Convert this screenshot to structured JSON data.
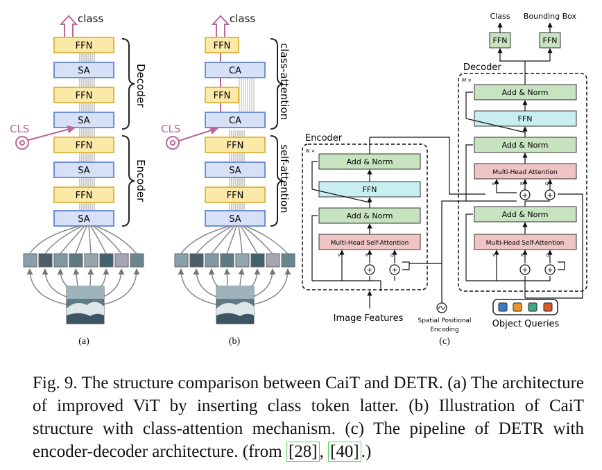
{
  "panel_a": {
    "top_label": "class",
    "blocks": [
      "FFN",
      "SA",
      "FFN",
      "SA",
      "FFN",
      "SA",
      "FFN",
      "SA"
    ],
    "cls_label": "CLS",
    "decoder_label": "Decoder",
    "encoder_label": "Encoder",
    "sublabel": "(a)"
  },
  "panel_b": {
    "top_label": "class",
    "blocks": [
      "FFN",
      "CA",
      "FFN",
      "CA",
      "FFN",
      "SA",
      "FFN",
      "SA"
    ],
    "cls_label": "CLS",
    "class_attention_label": "class-attention",
    "self_attention_label": "self-attention",
    "sublabel": "(b)"
  },
  "panel_c": {
    "encoder_title": "Encoder",
    "encoder_repeat": "N ×",
    "decoder_title": "Decoder",
    "decoder_repeat": "M ×",
    "add_norm": "Add & Norm",
    "ffn": "FFN",
    "mhsa": "Multi-Head  Self-Attention",
    "mha": "Multi-Head  Attention",
    "v": "V",
    "k": "K",
    "q": "Q",
    "plus": "+",
    "class_label": "Class",
    "bbox_label": "Bounding Box",
    "image_features": "Image Features",
    "spatial_line1": "Spatial  Positional",
    "spatial_line2": "Encoding",
    "object_queries": "Object Queries",
    "sublabel": "(c)"
  },
  "colors": {
    "ffn_fill": "#fbe9a8",
    "ffn_stroke": "#e0b84c",
    "sa_fill": "#d6e1f7",
    "sa_stroke": "#6f8fd6",
    "purple": "#b8689a",
    "green_fill": "#c7e3bf",
    "cyan_fill": "#c9eef0",
    "pink_fill": "#efc4c4",
    "query_colors": [
      "#3b7dc4",
      "#e8962a",
      "#3fa985",
      "#d45a2a"
    ]
  },
  "caption": {
    "text": "Fig. 9.  The structure comparison between CaiT and DETR. (a) The architecture of improved ViT by inserting class token latter. (b) Illustration of CaiT structure with class-attention mechanism. (c) The pipeline of DETR with encoder-decoder architecture. (from ",
    "ref1": "[28]",
    "sep": ", ",
    "ref2": "[40]",
    "end": ".)"
  }
}
